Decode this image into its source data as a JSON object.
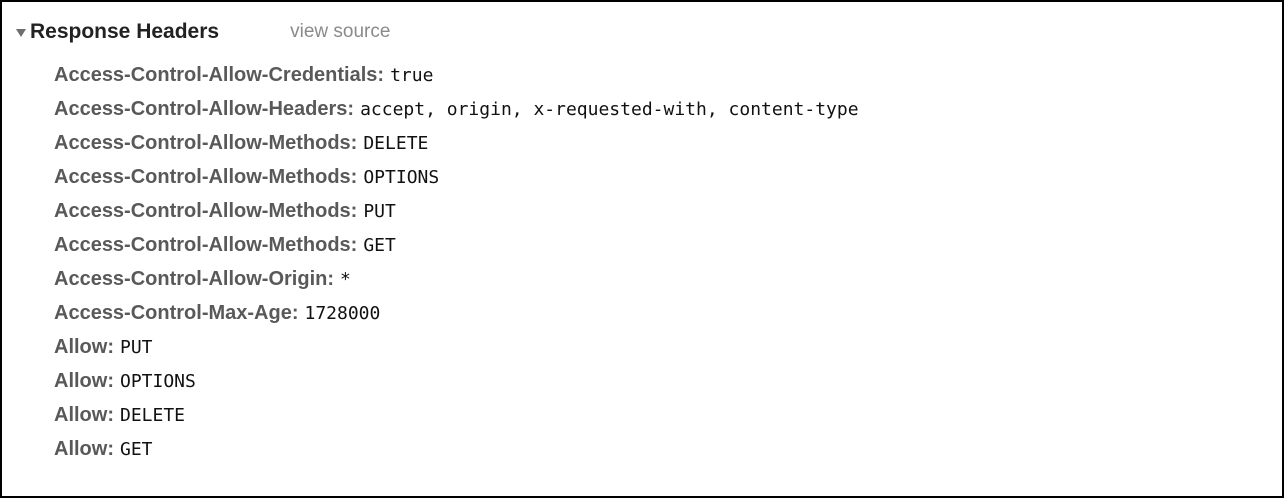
{
  "section": {
    "title": "Response Headers",
    "view_source_label": "view source",
    "expanded_icon": "triangle-down-icon"
  },
  "headers": [
    {
      "name": "Access-Control-Allow-Credentials:",
      "value": "true"
    },
    {
      "name": "Access-Control-Allow-Headers:",
      "value": "accept, origin, x-requested-with, content-type"
    },
    {
      "name": "Access-Control-Allow-Methods:",
      "value": "DELETE"
    },
    {
      "name": "Access-Control-Allow-Methods:",
      "value": "OPTIONS"
    },
    {
      "name": "Access-Control-Allow-Methods:",
      "value": "PUT"
    },
    {
      "name": "Access-Control-Allow-Methods:",
      "value": "GET"
    },
    {
      "name": "Access-Control-Allow-Origin:",
      "value": "*"
    },
    {
      "name": "Access-Control-Max-Age:",
      "value": "1728000"
    },
    {
      "name": "Allow:",
      "value": "PUT"
    },
    {
      "name": "Allow:",
      "value": "OPTIONS"
    },
    {
      "name": "Allow:",
      "value": "DELETE"
    },
    {
      "name": "Allow:",
      "value": "GET"
    }
  ]
}
